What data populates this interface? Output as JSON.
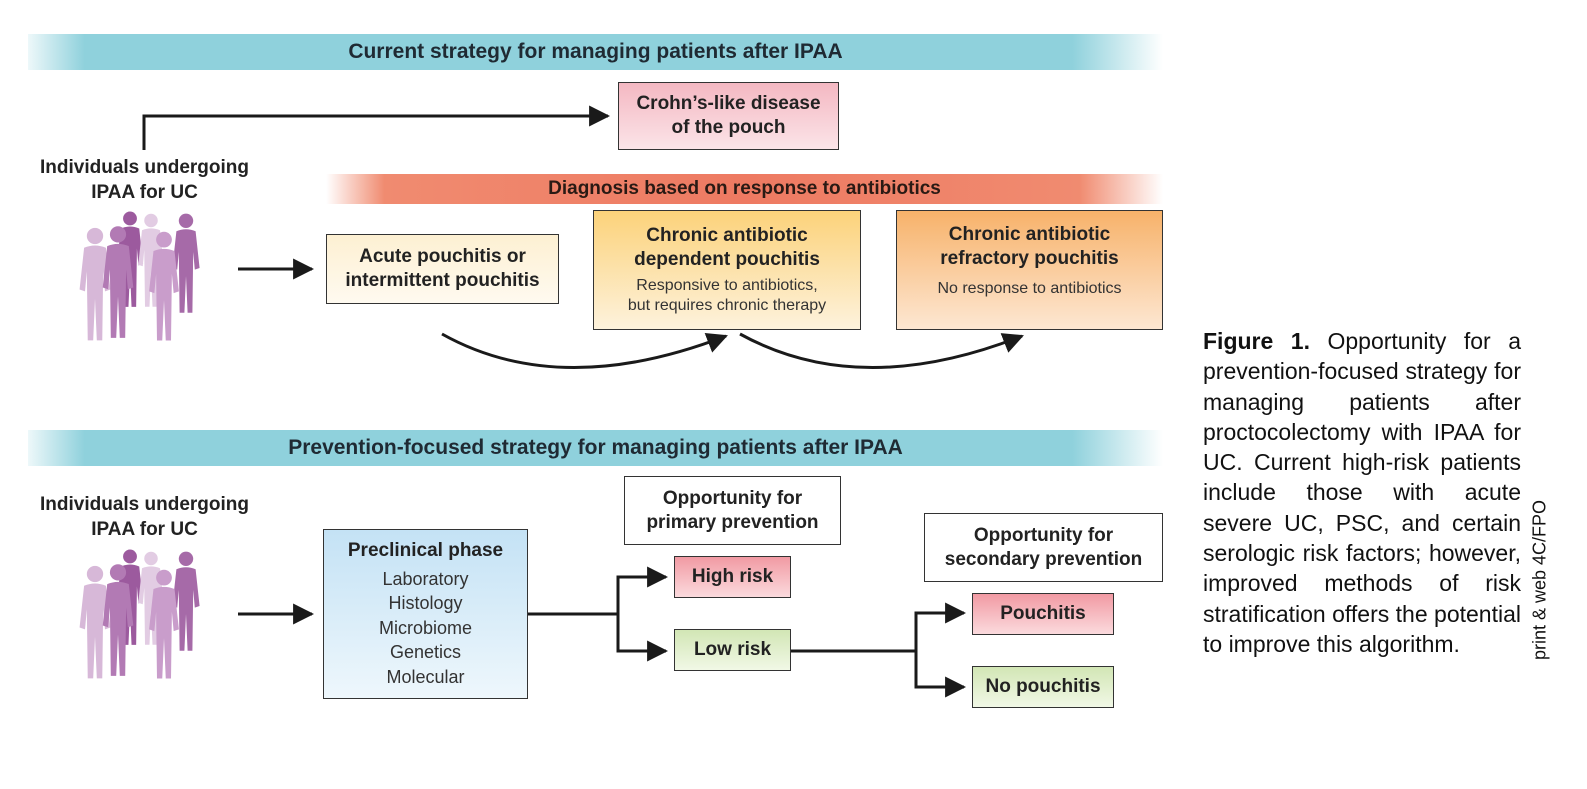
{
  "current": {
    "band_title": "Current strategy for managing patients after IPAA",
    "individuals_label_line1": "Individuals undergoing",
    "individuals_label_line2": "IPAA for UC",
    "crohns_line1": "Crohn’s-like disease",
    "crohns_line2": "of the pouch",
    "diagnosis_band": "Diagnosis based on response to antibiotics",
    "acute_line1": "Acute pouchitis or",
    "acute_line2": "intermittent pouchitis",
    "dependent_title_line1": "Chronic antibiotic",
    "dependent_title_line2": "dependent pouchitis",
    "dependent_desc_line1": "Responsive to antibiotics,",
    "dependent_desc_line2": "but requires chronic therapy",
    "refractory_title_line1": "Chronic antibiotic",
    "refractory_title_line2": "refractory pouchitis",
    "refractory_desc": "No response to antibiotics"
  },
  "prevention": {
    "band_title": "Prevention-focused strategy for managing patients after IPAA",
    "individuals_label_line1": "Individuals undergoing",
    "individuals_label_line2": "IPAA for UC",
    "preclinical_title": "Preclinical phase",
    "preclinical_items": [
      "Laboratory",
      "Histology",
      "Microbiome",
      "Genetics",
      "Molecular"
    ],
    "primary_line1": "Opportunity for",
    "primary_line2": "primary prevention",
    "high_risk": "High risk",
    "low_risk": "Low risk",
    "secondary_line1": "Opportunity for",
    "secondary_line2": "secondary prevention",
    "pouchitis": "Pouchitis",
    "no_pouchitis": "No pouchitis"
  },
  "caption": {
    "label": "Figure 1.",
    "text": " Opportunity for a prevention-focused strategy for managing patients after proctocolectomy with IPAA for UC. Current high-risk patients include those with acute severe UC, PSC, and certain serologic risk factors; however, improved methods of risk stratification offers the potential to improve this algorithm."
  },
  "side_note": "print & web 4C/FPO",
  "icons": {
    "people_top": "people-group-icon",
    "people_bottom": "people-group-icon"
  },
  "colors": {
    "band_blue": "#8fd1dc",
    "band_red": "#ee7a62",
    "crohns_fill": "#f6c3cc",
    "acute_fill": "#fdf3dc",
    "dependent_fill": "#fcd989",
    "refractory_fill": "#f8b877",
    "preclinical_fill": "#cfe8f7",
    "high_risk_fill": "#f3a6ad",
    "low_risk_fill": "#dcebc4",
    "people": "#c28fc3"
  }
}
